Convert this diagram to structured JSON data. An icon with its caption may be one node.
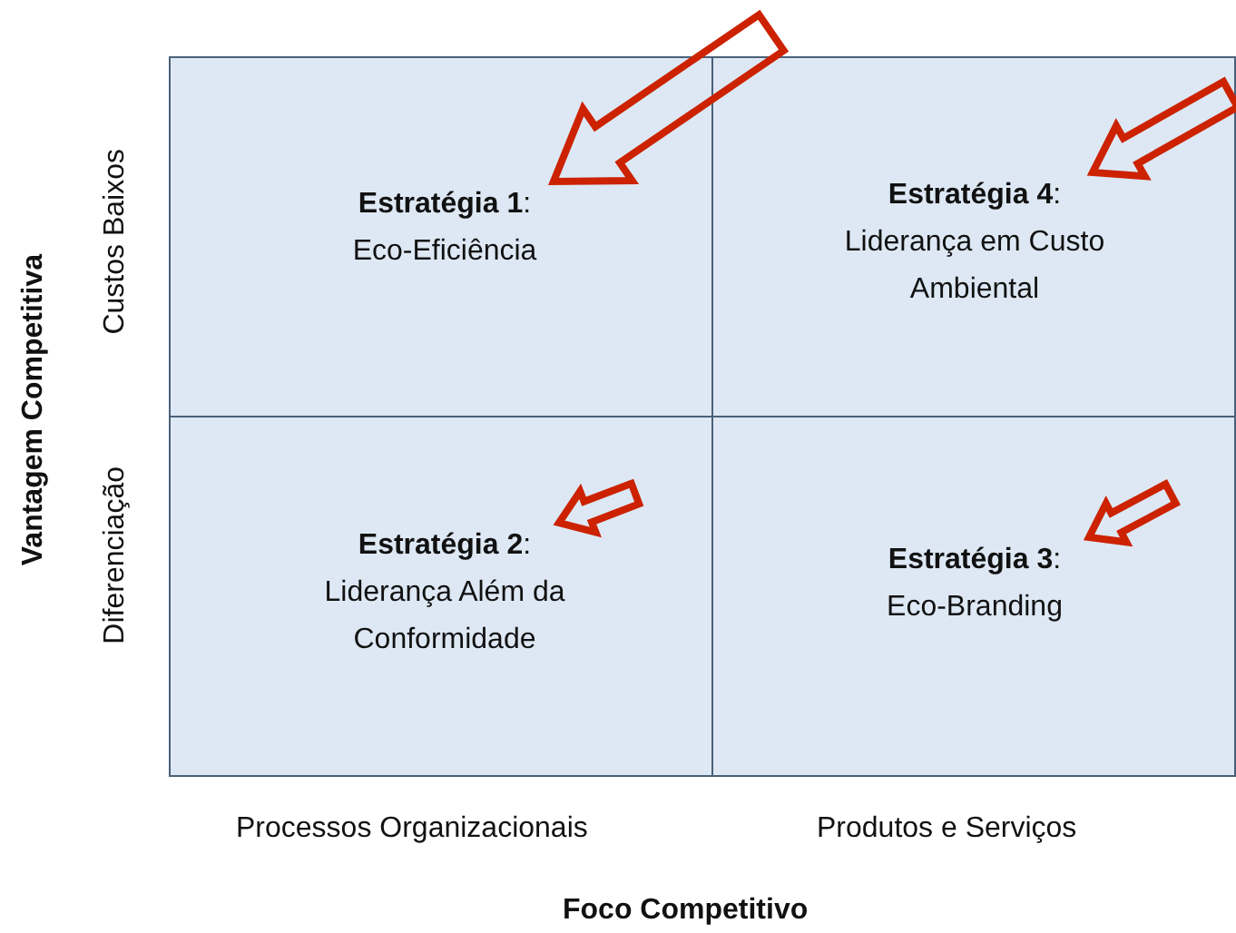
{
  "diagram": {
    "nodes": [
      {
        "text": [
          "**Estratégia 1**:",
          "Eco-Eficiência"
        ]
      },
      {
        "text": [
          "**Estratégia 4**:",
          "Liderança em Custo Ambiental"
        ]
      },
      {
        "text": [
          "**Estratégia 2**:",
          "Liderança Além da Conformidade"
        ]
      },
      {
        "text": [
          "**Estratégia 3**:",
          "Eco-Branding"
        ]
      }
    ],
    "edges": [
      {
        "from": null,
        "to": 0,
        "arrow": "to"
      },
      {
        "from": null,
        "to": 1,
        "arrow": "to"
      },
      {
        "from": null,
        "to": 2,
        "arrow": "to"
      },
      {
        "from": null,
        "to": 3,
        "arrow": "to"
      }
    ],
    "labels": [
      "Vantagem Competitiva",
      "Custos Baixos",
      "Diferenciação",
      "Processos Organizacionais",
      "Produtos e Serviços",
      "Foco Competitivo"
    ]
  }
}
